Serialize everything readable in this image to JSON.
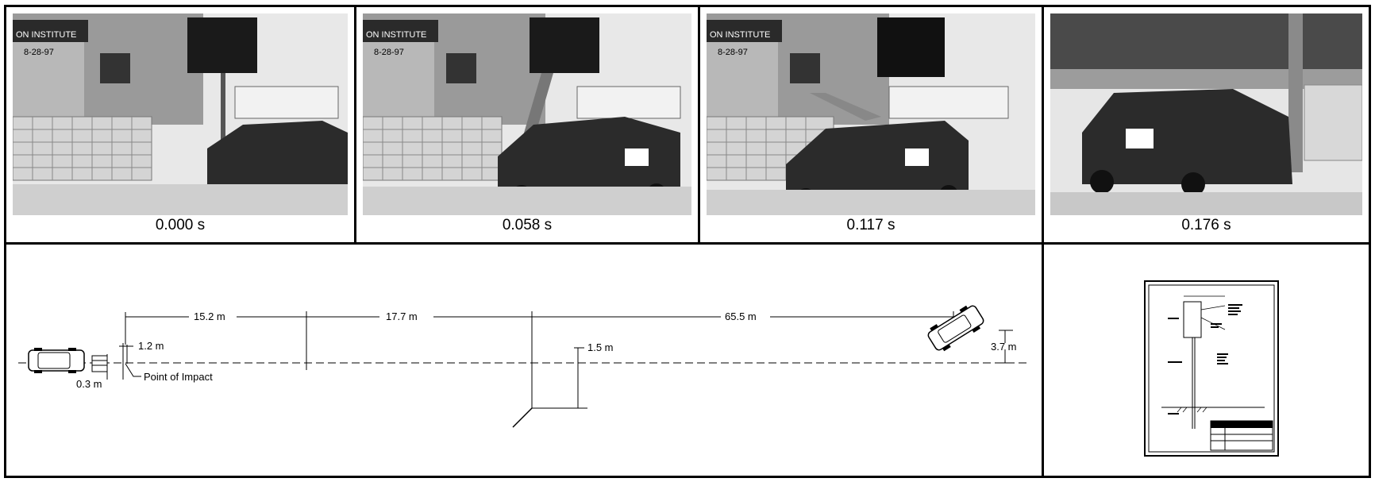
{
  "frames": [
    {
      "time": "0.000 s",
      "sign_text": "ON INSTITUTE",
      "date_text": "8-28-97"
    },
    {
      "time": "0.058 s",
      "sign_text": "ON INSTITUTE",
      "date_text": "8-28-97"
    },
    {
      "time": "0.117 s",
      "sign_text": "ON INSTITUTE",
      "date_text": "8-28-97"
    },
    {
      "time": "0.176 s"
    }
  ],
  "diagram": {
    "dimensions": {
      "d1": "15.2  m",
      "d2": "17.7  m",
      "d3": "65.5  m",
      "offset_small": "1.2  m",
      "offset_start": "0.3  m",
      "offset_mid": "1.5  m",
      "offset_end": "3.7  m"
    },
    "impact_label": "Point  of  Impact"
  },
  "colors": {
    "line": "#000000",
    "photo_gray": "#bfbfbf",
    "background": "#ffffff"
  }
}
